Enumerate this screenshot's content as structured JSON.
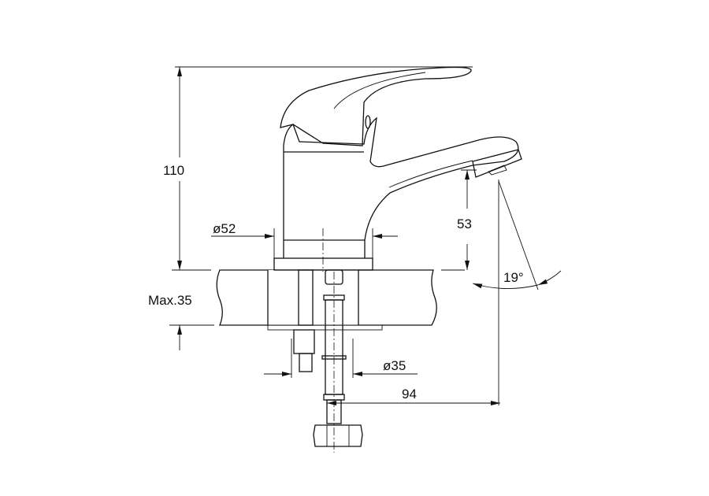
{
  "title": "Basin faucet dimension drawing",
  "dimensions": {
    "height": "110",
    "base_diameter": "ø52",
    "spout_clearance": "53",
    "spout_angle": "19°",
    "max_counter_thickness": "Max.35",
    "hole_diameter": "ø35",
    "spout_reach": "94"
  },
  "colors": {
    "line": "#111111",
    "background": "#ffffff"
  }
}
